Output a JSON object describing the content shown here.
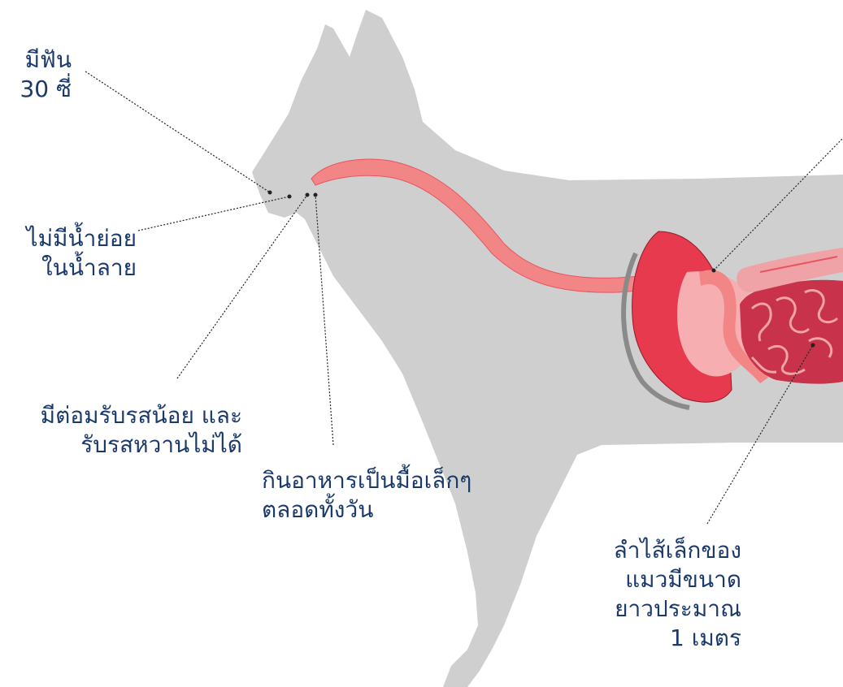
{
  "colors": {
    "body": "#cfcfcf",
    "outline": "#8a8a8a",
    "esophagus": "#f28686",
    "esophagus_dark": "#e8555f",
    "organ_red": "#e83a4e",
    "organ_dark": "#8f1c2b",
    "stomach_pink": "#f6aeb1",
    "intestine_dark": "#c8324a",
    "intestine_light": "#f0a3a6",
    "label_text": "#1b3a6b",
    "leader_line": "#222222"
  },
  "labels": {
    "teeth": {
      "line1": "มีฟัน",
      "line2": "30 ซี่"
    },
    "saliva": {
      "line1": "ไม่มีน้ำย่อย",
      "line2": "ในน้ำลาย"
    },
    "taste": {
      "line1": "มีต่อมรับรสน้อย และ",
      "line2": "รับรสหวานไม่ได้"
    },
    "meals": {
      "line1": "กินอาหารเป็นมื้อเล็กๆ",
      "line2": "ตลอดทั้งวัน"
    },
    "intestine": {
      "line1": "ลำไส้เล็กของ",
      "line2": "แมวมีขนาด",
      "line3": "ยาวประมาณ",
      "line4": "1 เมตร"
    }
  }
}
